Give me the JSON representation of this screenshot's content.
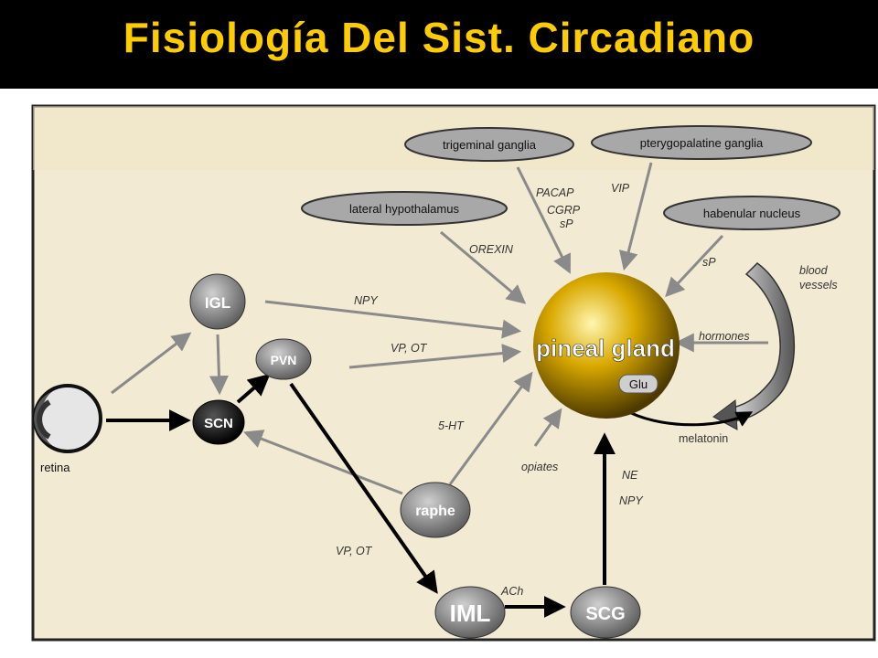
{
  "title": "Fisiología Del Sist. Circadiano",
  "colors": {
    "title_bg": "#000000",
    "title_text": "#ffcc00",
    "panel_bg": "#f2ead2",
    "panel_border": "#222222",
    "ellipse_fill": "#a8a8a8",
    "arrow_gray": "#8a8a8a",
    "arrow_black": "#000000",
    "gland_light": "#fff2a0",
    "gland_dark": "#5a4300"
  },
  "diagram": {
    "inputs": {
      "trigeminal": "trigeminal ganglia",
      "pterygopalatine": "pterygopalatine ganglia",
      "lateral_hypothalamus": "lateral hypothalamus",
      "habenular": "habenular nucleus"
    },
    "nodes": {
      "igl": "IGL",
      "pvn": "PVN",
      "scn": "SCN",
      "raphe": "raphe",
      "iml": "IML",
      "scg": "SCG",
      "retina": "retina",
      "pineal": "pineal gland",
      "glu": "Glu"
    },
    "labels": {
      "pacap": "PACAP",
      "cgrp": "CGRP",
      "sp1": "sP",
      "vip": "VIP",
      "orexin": "OREXIN",
      "sp2": "sP",
      "npy_top": "NPY",
      "vp_ot_top": "VP, OT",
      "blood_vessels": "blood\nvessels",
      "hormones": "hormones",
      "ht5": "5-HT",
      "opiates": "opiates",
      "ne": "NE",
      "npy_bottom": "NPY",
      "melatonin": "melatonin",
      "vp_ot_bottom": "VP, OT",
      "ach": "ACh"
    }
  }
}
